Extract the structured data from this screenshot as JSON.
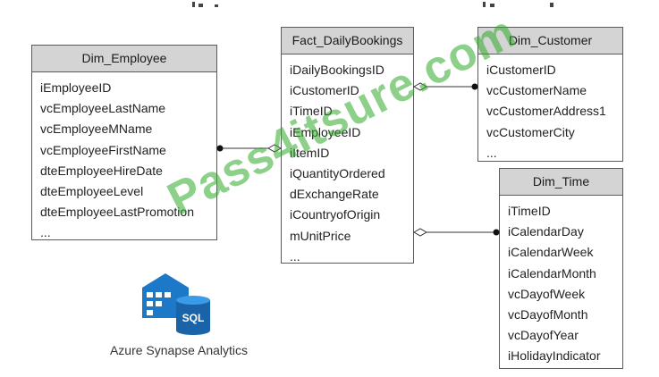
{
  "entities": {
    "employee": {
      "title": "Dim_Employee",
      "fields": [
        "iEmployeeID",
        "vcEmployeeLastName",
        "vcEmployeeMName",
        "vcEmployeeFirstName",
        "dteEmployeeHireDate",
        "dteEmployeeLevel",
        "dteEmployeeLastPromotion",
        "..."
      ]
    },
    "fact": {
      "title": "Fact_DailyBookings",
      "fields": [
        "iDailyBookingsID",
        "iCustomerID",
        "iTimeID",
        "iEmployeeID",
        "iItemID",
        "iQuantityOrdered",
        "dExchangeRate",
        "iCountryofOrigin",
        "mUnitPrice",
        "..."
      ]
    },
    "customer": {
      "title": "Dim_Customer",
      "fields": [
        "iCustomerID",
        "vcCustomerName",
        "vcCustomerAddress1",
        "vcCustomerCity",
        "..."
      ]
    },
    "time": {
      "title": "Dim_Time",
      "fields": [
        "iTimeID",
        "iCalendarDay",
        "iCalendarWeek",
        "iCalendarMonth",
        "vcDayofWeek",
        "vcDayofMonth",
        "vcDayofYear",
        "iHolidayIndicator"
      ]
    }
  },
  "logo": {
    "icon": "azure-synapse-sql-icon",
    "badge_text": "SQL",
    "caption": "Azure Synapse Analytics"
  },
  "watermark": "Pass4itsure.com",
  "colors": {
    "header_bg": "#d4d4d4",
    "border": "#5a5a5a",
    "logo_blue": "#1e78c8",
    "watermark": "#2eaa28"
  }
}
